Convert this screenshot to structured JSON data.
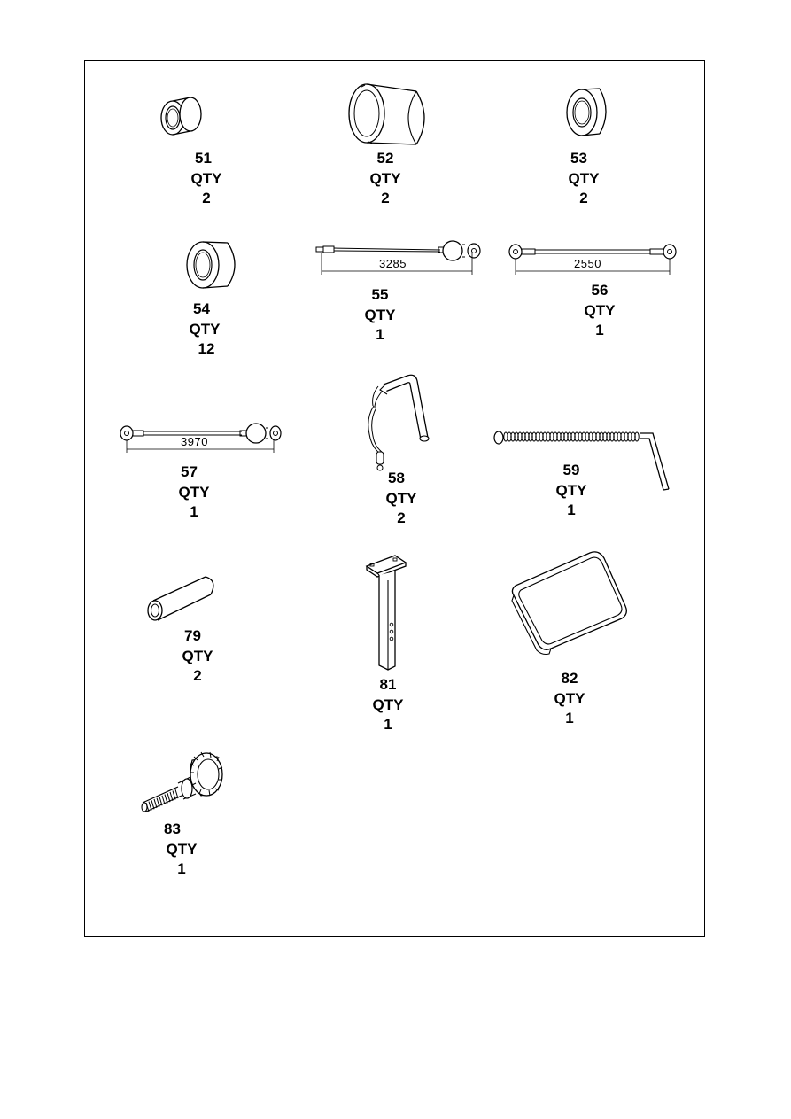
{
  "parts": [
    {
      "id": "51",
      "qty_label": "QTY",
      "qty": "2"
    },
    {
      "id": "52",
      "qty_label": "QTY",
      "qty": "2"
    },
    {
      "id": "53",
      "qty_label": "QTY",
      "qty": "2"
    },
    {
      "id": "54",
      "qty_label": "QTY",
      "qty": "12"
    },
    {
      "id": "55",
      "qty_label": "QTY",
      "qty": "1",
      "length": "3285"
    },
    {
      "id": "56",
      "qty_label": "QTY",
      "qty": "1",
      "length": "2550"
    },
    {
      "id": "57",
      "qty_label": "QTY",
      "qty": "1",
      "length": "3970"
    },
    {
      "id": "58",
      "qty_label": "QTY",
      "qty": "2"
    },
    {
      "id": "59",
      "qty_label": "QTY",
      "qty": "1"
    },
    {
      "id": "79",
      "qty_label": "QTY",
      "qty": "2"
    },
    {
      "id": "81",
      "qty_label": "QTY",
      "qty": "1"
    },
    {
      "id": "82",
      "qty_label": "QTY",
      "qty": "1"
    },
    {
      "id": "83",
      "qty_label": "QTY",
      "qty": "1"
    }
  ]
}
